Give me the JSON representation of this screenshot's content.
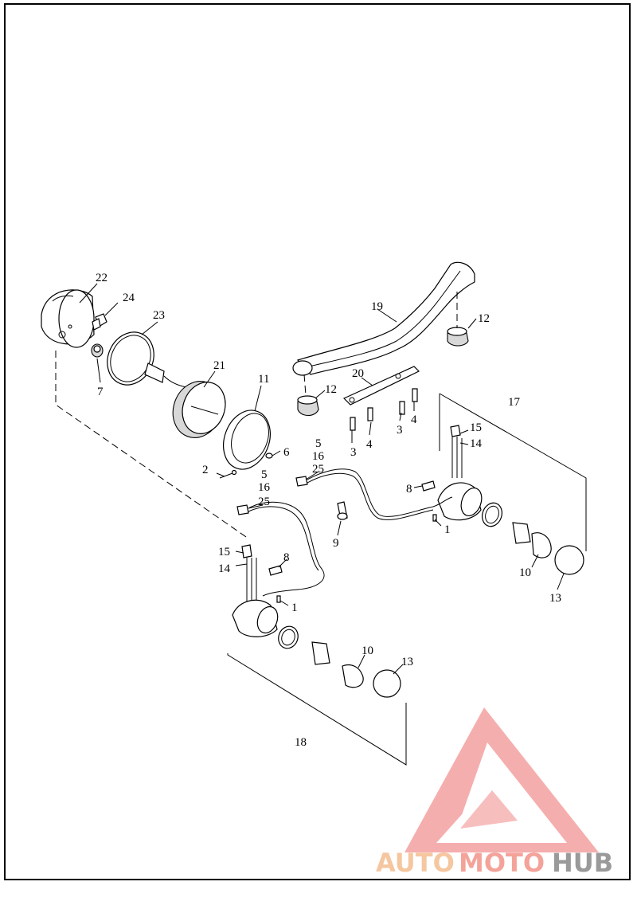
{
  "callouts": {
    "c22": "22",
    "c24": "24",
    "c23": "23",
    "c7": "7",
    "c21": "21",
    "c11": "11",
    "c19": "19",
    "c12a": "12",
    "c12b": "12",
    "c20": "20",
    "c3a": "3",
    "c4a": "4",
    "c3b": "3",
    "c4b": "4",
    "c17": "17",
    "c15a": "15",
    "c14a": "14",
    "c5a": "5",
    "c16a": "16",
    "c25a": "25",
    "c6": "6",
    "c2": "2",
    "c5b": "5",
    "c16b": "16",
    "c25b": "25",
    "c8a": "8",
    "c1a": "1",
    "c9": "9",
    "c10a": "10",
    "c13a": "13",
    "c15b": "15",
    "c14b": "14",
    "c8b": "8",
    "c1b": "1",
    "c10b": "10",
    "c13b": "13",
    "c18": "18"
  },
  "watermark": {
    "part1": "AUTO",
    "part2": "MOTO",
    "part3": "HUB",
    "color_auto": "#f5c7a0",
    "color_moto": "#f3a39a",
    "color_hub": "#9a9a9a",
    "logo_color": "#f08080"
  }
}
